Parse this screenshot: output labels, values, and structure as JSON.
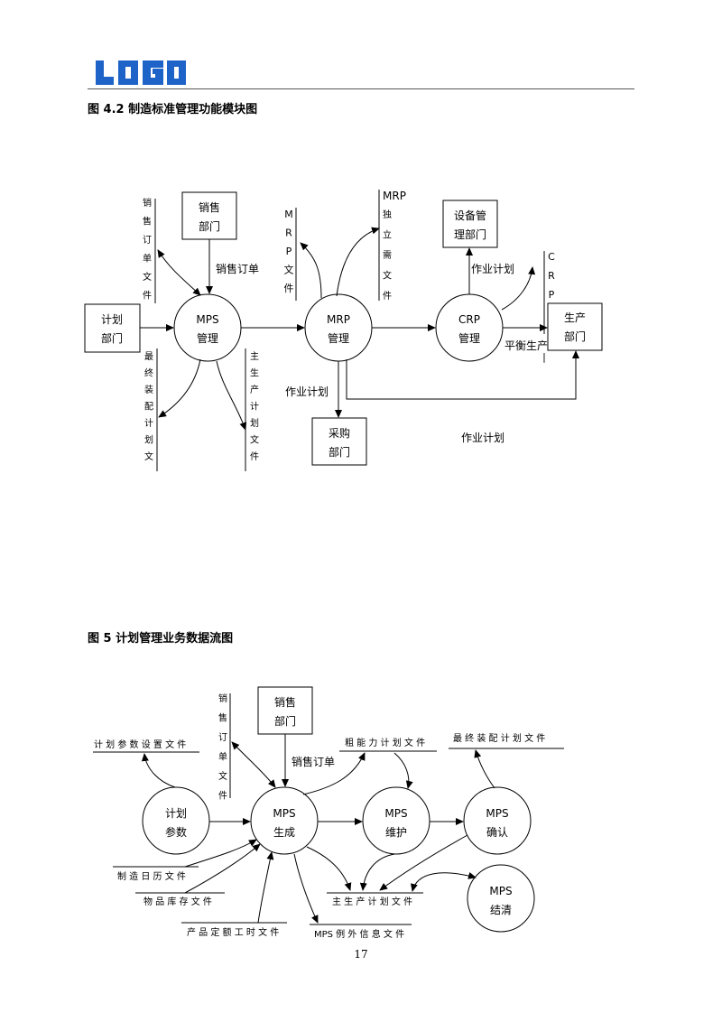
{
  "header": {
    "logo_text": "LOGO"
  },
  "figure1": {
    "title": "图 4.2  制造标准管理功能模块图",
    "processes": {
      "mps": [
        "MPS",
        "管理"
      ],
      "mrp": [
        "MRP",
        "管理"
      ],
      "crp": [
        "CRP",
        "管理"
      ]
    },
    "entities": {
      "sales_dept": [
        "销售",
        "部门"
      ],
      "plan_dept": [
        "计划",
        "部门"
      ],
      "purchase_dept": [
        "采购",
        "部门"
      ],
      "equipment_dept": [
        "设备管",
        "理部门"
      ],
      "production_dept": [
        "生产",
        "部门"
      ]
    },
    "stores": {
      "sales_order_file": "销售订单文件",
      "mrp_file": "MRP文件",
      "mrp_independent_demand_file": "独立需文件",
      "mrp_independent_demand_prefix": "MRP",
      "final_assembly_plan_file": "最终装配计划文",
      "master_production_plan_file": "主生产计划文件",
      "crp_file": "CRP",
      "crp_trailing": "|"
    },
    "labels": {
      "sales_order": "销售订单",
      "work_plan_equipment": "作业计划",
      "balance_production": "平衡生产",
      "work_plan_purchase": "作业计划",
      "work_plan_production": "作业计划"
    }
  },
  "figure2": {
    "title": "图 5  计划管理业务数据流图",
    "processes": {
      "plan_params": [
        "计划",
        "参数"
      ],
      "mps_generate": [
        "MPS",
        "生成"
      ],
      "mps_maintain": [
        "MPS",
        "维护"
      ],
      "mps_confirm": [
        "MPS",
        "确认"
      ],
      "mps_settle": [
        "MPS",
        "结清"
      ]
    },
    "entities": {
      "sales_dept": [
        "销售",
        "部门"
      ]
    },
    "stores": {
      "sales_order_file": "销售订单文件",
      "plan_param_setting_file": "计 划 参 数 设 置 文 件",
      "rough_capacity_plan_file": "粗 能 力 计 划 文 件",
      "final_assembly_plan_file": "最 终 装 配 计 划   文 件",
      "manufacturing_calendar_file": "制 造 日 历   文 件",
      "inventory_file": "物 品 库 存 文 件",
      "product_time_quota_file": "产 品 定 额 工 时   文 件",
      "master_production_plan_file": "主 生 产 计 划   文 件",
      "mps_exception_file": "MPS 例 外 信 息 文 件"
    },
    "labels": {
      "sales_order": "销售订单"
    }
  },
  "footer": {
    "page_number": "17"
  }
}
